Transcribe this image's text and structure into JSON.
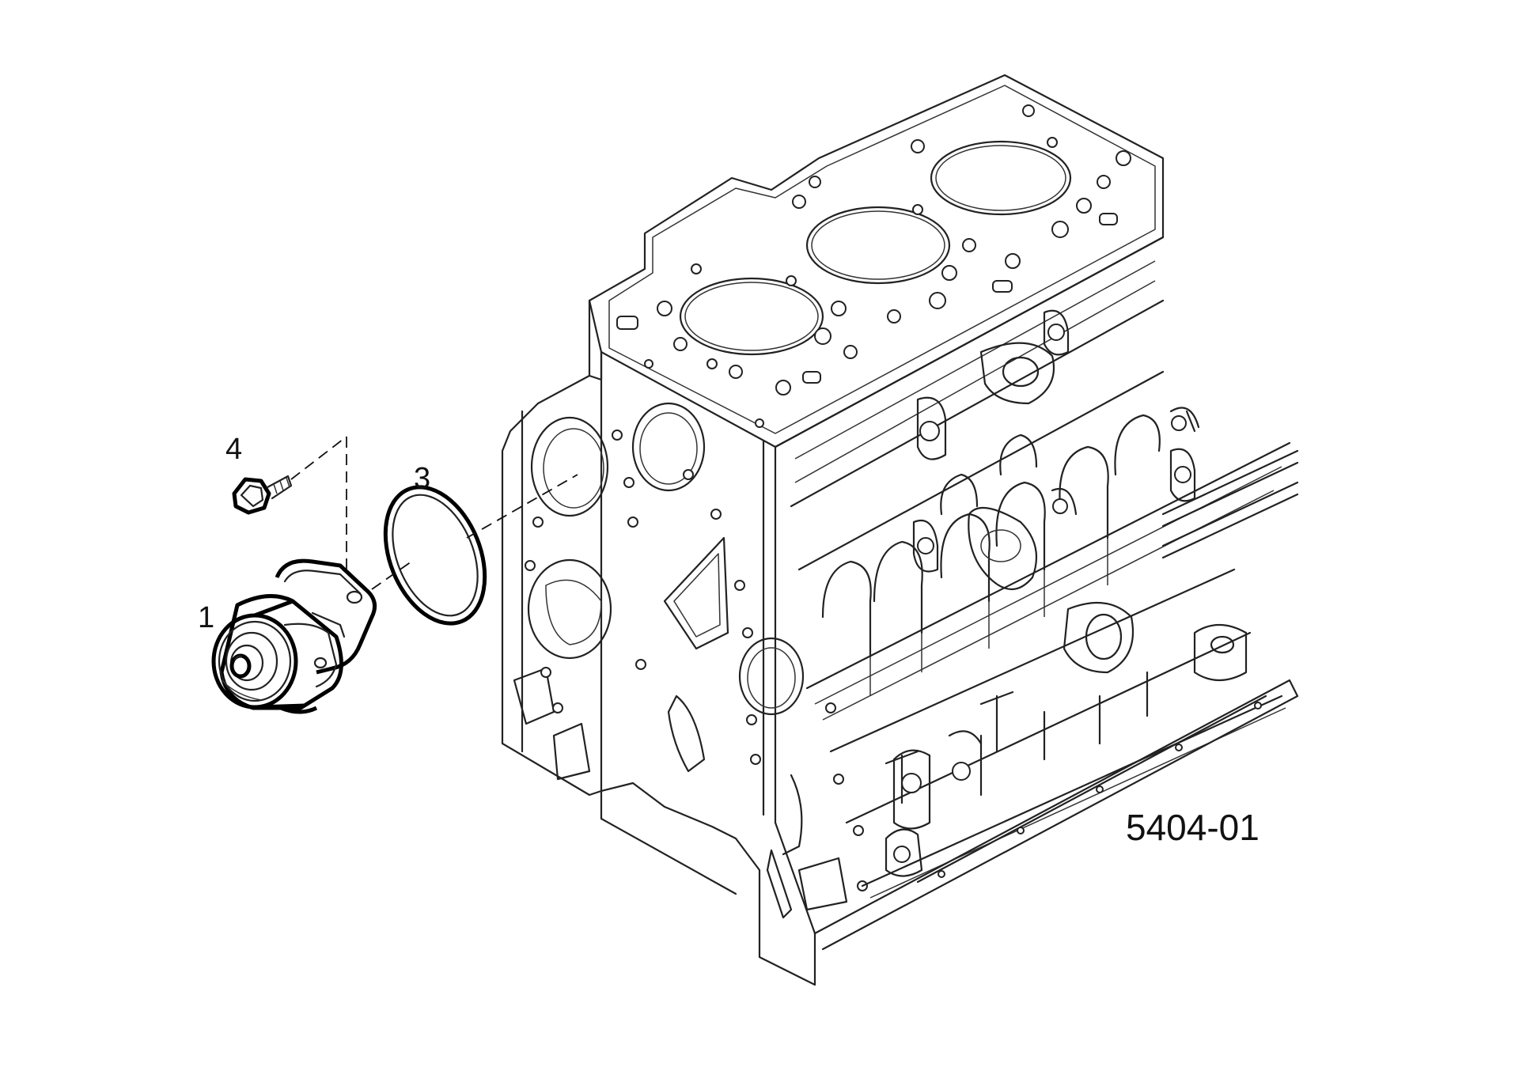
{
  "diagram": {
    "figure_number": "5404-01",
    "callouts": [
      {
        "id": "1",
        "label": "1"
      },
      {
        "id": "3",
        "label": "3"
      },
      {
        "id": "4",
        "label": "4"
      }
    ]
  }
}
